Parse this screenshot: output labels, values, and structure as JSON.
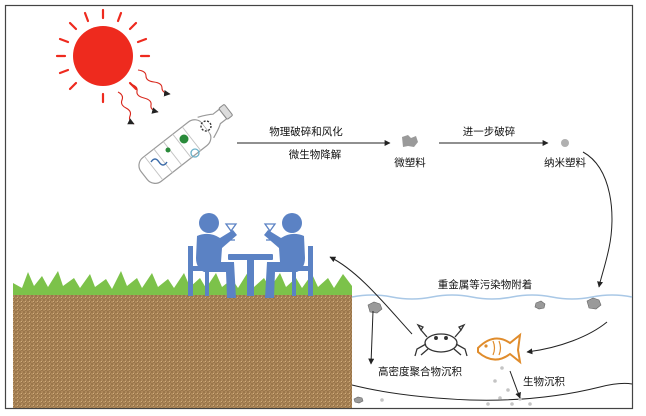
{
  "labels": {
    "physical_breakdown": "物理破碎和风化",
    "microbial_degradation": "微生物降解",
    "microplastic": "微塑料",
    "further_breakdown": "进一步破碎",
    "nanoplastic": "纳米塑料",
    "heavy_metal_adsorption": "重金属等污染物附着",
    "high_density_sinking": "高密度聚合物沉积",
    "bio_sinking": "生物沉积"
  },
  "colors": {
    "sun": "#ee2a1e",
    "soil": "#b08a5c",
    "grass": "#7cc24a",
    "people": "#5b82c4",
    "water_line": "#a9c8e6",
    "fish": "#e08c2c",
    "frame": "#444444"
  },
  "icons": [
    "sun-icon",
    "plastic-bottle-icon",
    "microplastic-icon",
    "nanoplastic-icon",
    "people-at-table-icon",
    "crab-icon",
    "fish-icon"
  ]
}
